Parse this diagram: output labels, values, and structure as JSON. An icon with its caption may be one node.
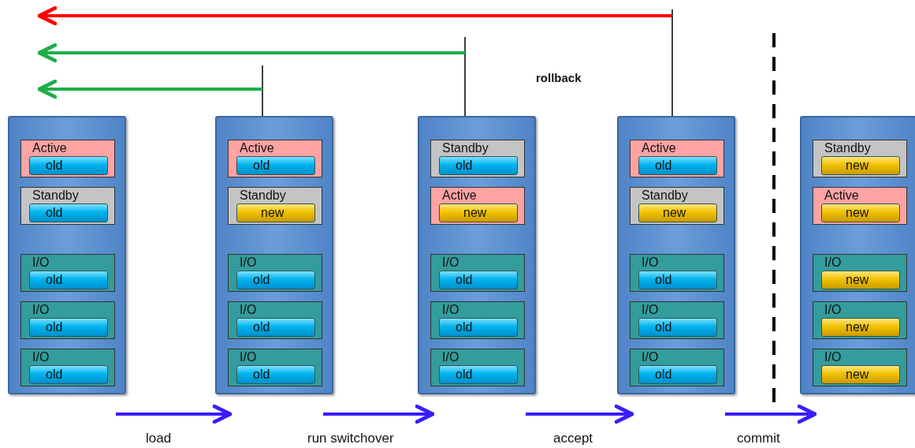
{
  "diagram": {
    "nodes": [
      {
        "text": [],
        "shape": "box"
      },
      {
        "text": [
          "Active"
        ],
        "in": 0
      },
      {
        "text": [
          "old"
        ],
        "in": 1
      },
      {
        "text": [
          "Standby"
        ],
        "in": 0
      },
      {
        "text": [
          "old"
        ],
        "in": 3
      },
      {
        "text": [
          "I/O"
        ],
        "in": 0
      },
      {
        "text": [
          "old"
        ],
        "in": 5
      },
      {
        "text": [
          "I/O"
        ],
        "in": 0
      },
      {
        "text": [
          "old"
        ],
        "in": 7
      },
      {
        "text": [
          "I/O"
        ],
        "in": 0
      },
      {
        "text": [
          "old"
        ],
        "in": 9
      },
      {
        "text": [],
        "shape": "box"
      },
      {
        "text": [
          "Active"
        ],
        "in": 11
      },
      {
        "text": [
          "old"
        ],
        "in": 12
      },
      {
        "text": [
          "Standby"
        ],
        "in": 11
      },
      {
        "text": [
          "new"
        ],
        "in": 14
      },
      {
        "text": [
          "I/O"
        ],
        "in": 11
      },
      {
        "text": [
          "old"
        ],
        "in": 16
      },
      {
        "text": [
          "I/O"
        ],
        "in": 11
      },
      {
        "text": [
          "old"
        ],
        "in": 18
      },
      {
        "text": [
          "I/O"
        ],
        "in": 11
      },
      {
        "text": [
          "old"
        ],
        "in": 20
      },
      {
        "text": [],
        "shape": "box"
      },
      {
        "text": [
          "Standby"
        ],
        "in": 22
      },
      {
        "text": [
          "old"
        ],
        "in": 23
      },
      {
        "text": [
          "Active"
        ],
        "in": 22
      },
      {
        "text": [
          "new"
        ],
        "in": 25
      },
      {
        "text": [
          "I/O"
        ],
        "in": 22
      },
      {
        "text": [
          "old"
        ],
        "in": 27
      },
      {
        "text": [
          "I/O"
        ],
        "in": 22
      },
      {
        "text": [
          "old"
        ],
        "in": 29
      },
      {
        "text": [
          "I/O"
        ],
        "in": 22
      },
      {
        "text": [
          "old"
        ],
        "in": 31
      },
      {
        "text": [],
        "shape": "box"
      },
      {
        "text": [
          "Active"
        ],
        "in": 33
      },
      {
        "text": [
          "old"
        ],
        "in": 34
      },
      {
        "text": [
          "Standby"
        ],
        "in": 33
      },
      {
        "text": [
          "new"
        ],
        "in": 36
      },
      {
        "text": [
          "I/O"
        ],
        "in": 33
      },
      {
        "text": [
          "old"
        ],
        "in": 38
      },
      {
        "text": [
          "I/O"
        ],
        "in": 33
      },
      {
        "text": [
          "old"
        ],
        "in": 40
      },
      {
        "text": [
          "I/O"
        ],
        "in": 33
      },
      {
        "text": [
          "old"
        ],
        "in": 42
      },
      {
        "text": [],
        "shape": "box"
      },
      {
        "text": [
          "Standby"
        ],
        "in": 44
      },
      {
        "text": [
          "new"
        ],
        "in": 45
      },
      {
        "text": [
          "Active"
        ],
        "in": 44
      },
      {
        "text": [
          "new"
        ],
        "in": 47
      },
      {
        "text": [
          "I/O"
        ],
        "in": 44
      },
      {
        "text": [
          "new"
        ],
        "in": 49
      },
      {
        "text": [
          "I/O"
        ],
        "in": 44
      },
      {
        "text": [
          "new"
        ],
        "in": 51
      },
      {
        "text": [
          "I/O"
        ],
        "in": 44
      },
      {
        "text": [
          "new"
        ],
        "in": 53
      }
    ],
    "edges": [
      {
        "from": 0,
        "to": 11,
        "arrow": "to",
        "label": "load"
      },
      {
        "from": 11,
        "to": 22,
        "arrow": "to",
        "label": "run switchover"
      },
      {
        "from": 22,
        "to": 33,
        "arrow": "to",
        "label": "accept"
      },
      {
        "from": 33,
        "to": 44,
        "arrow": "to",
        "label": "commit"
      },
      {
        "from": 11,
        "to": 0,
        "arrow": "to",
        "color": "#1fae4a"
      },
      {
        "from": 22,
        "to": null,
        "arrow": "to",
        "color": "#1fae4a"
      },
      {
        "from": 33,
        "to": null,
        "arrow": "to",
        "color": "#ff0000"
      }
    ],
    "labels": [
      "rollback"
    ]
  }
}
